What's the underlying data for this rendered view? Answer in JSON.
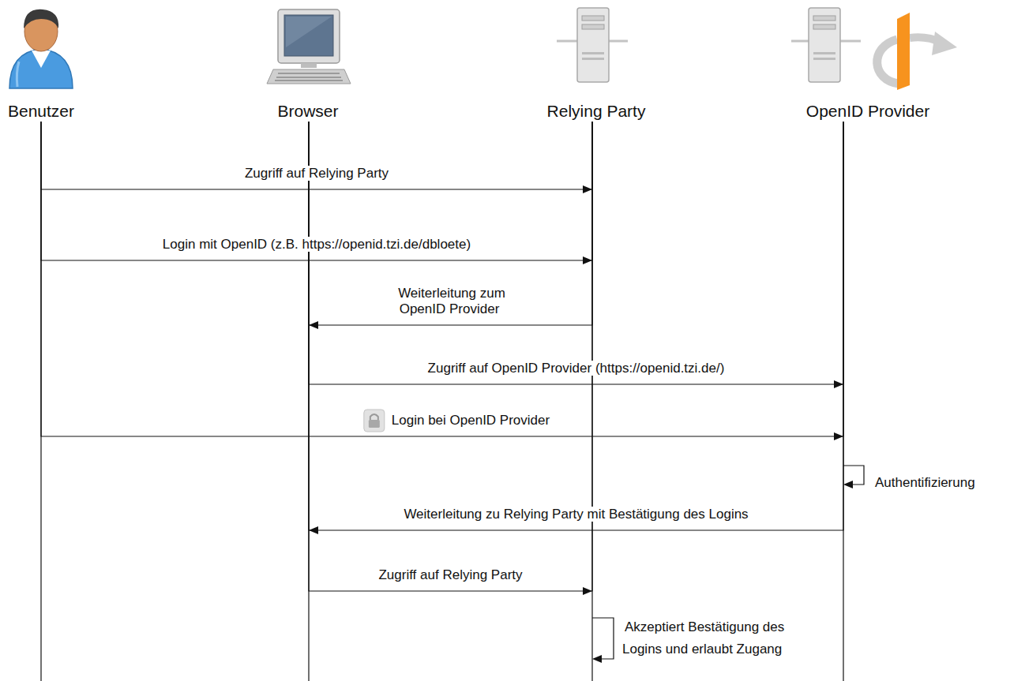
{
  "diagram": {
    "nodes": [
      {
        "text": [
          "Benutzer"
        ]
      },
      {
        "text": [
          "Browser"
        ]
      },
      {
        "text": [
          "Relying Party"
        ]
      },
      {
        "text": [
          "OpenID Provider"
        ]
      }
    ],
    "edges": [
      {
        "from": 0,
        "to": 2,
        "arrow": "to",
        "label": "Zugriff auf Relying Party"
      },
      {
        "from": 0,
        "to": 2,
        "arrow": "to",
        "label": "Login mit OpenID (z.B. https://openid.tzi.de/dbloete)"
      },
      {
        "from": 2,
        "to": 1,
        "arrow": "to",
        "label": "Weiterleitung zum OpenID Provider"
      },
      {
        "from": 1,
        "to": 3,
        "arrow": "to",
        "label": "Zugriff auf OpenID Provider (https://openid.tzi.de/)"
      },
      {
        "from": 0,
        "to": 3,
        "arrow": "to",
        "label": "Login bei OpenID Provider"
      },
      {
        "from": 3,
        "to": 1,
        "arrow": "to",
        "label": "Weiterleitung zu Relying Party mit Bestätigung des Logins"
      },
      {
        "from": 1,
        "to": 2,
        "arrow": "to",
        "label": "Zugriff auf Relying Party"
      }
    ],
    "labels": [
      "Authentifizierung",
      "Akzeptiert Bestätigung des Logins und erlaubt Zugang"
    ]
  }
}
